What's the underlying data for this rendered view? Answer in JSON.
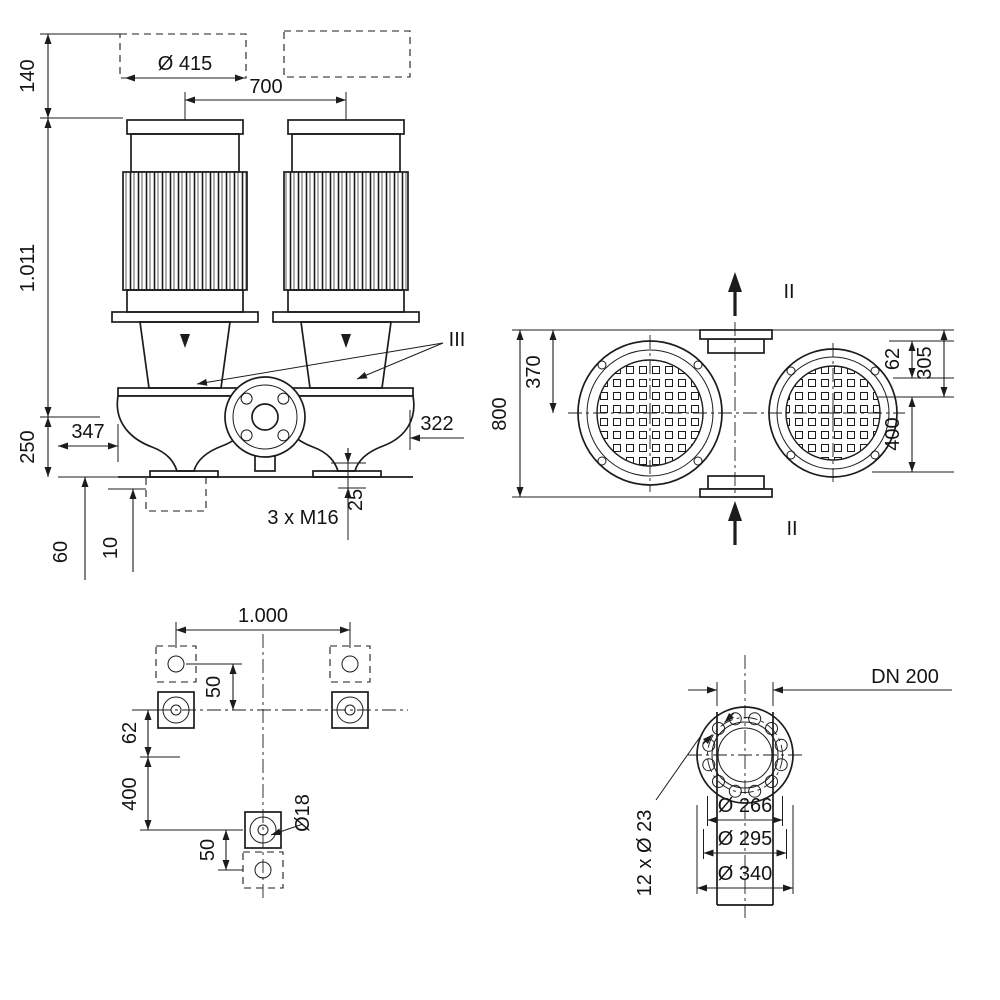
{
  "drawing": {
    "front_view": {
      "dim_140": "140",
      "dim_1011": "1.011",
      "dim_250": "250",
      "dim_d415": "Ø 415",
      "dim_700": "700",
      "dim_347": "347",
      "dim_322": "322",
      "label_III": "III",
      "dim_3xM16": "3 x M16",
      "dim_25": "25",
      "dim_60": "60",
      "dim_10": "10"
    },
    "end_view": {
      "dim_800": "800",
      "dim_370": "370",
      "dim_62": "62",
      "dim_305": "305",
      "dim_400": "400",
      "label_II": "II"
    },
    "plan_view": {
      "dim_1000": "1.000",
      "dim_50_top": "50",
      "dim_62": "62",
      "dim_400": "400",
      "dim_50_bottom": "50",
      "dim_d18": "Ø18"
    },
    "flange_view": {
      "label_dn": "DN 200",
      "dim_d266": "Ø 266",
      "dim_d295": "Ø 295",
      "dim_d340": "Ø 340",
      "dim_12xd23": "12 x Ø 23"
    }
  }
}
